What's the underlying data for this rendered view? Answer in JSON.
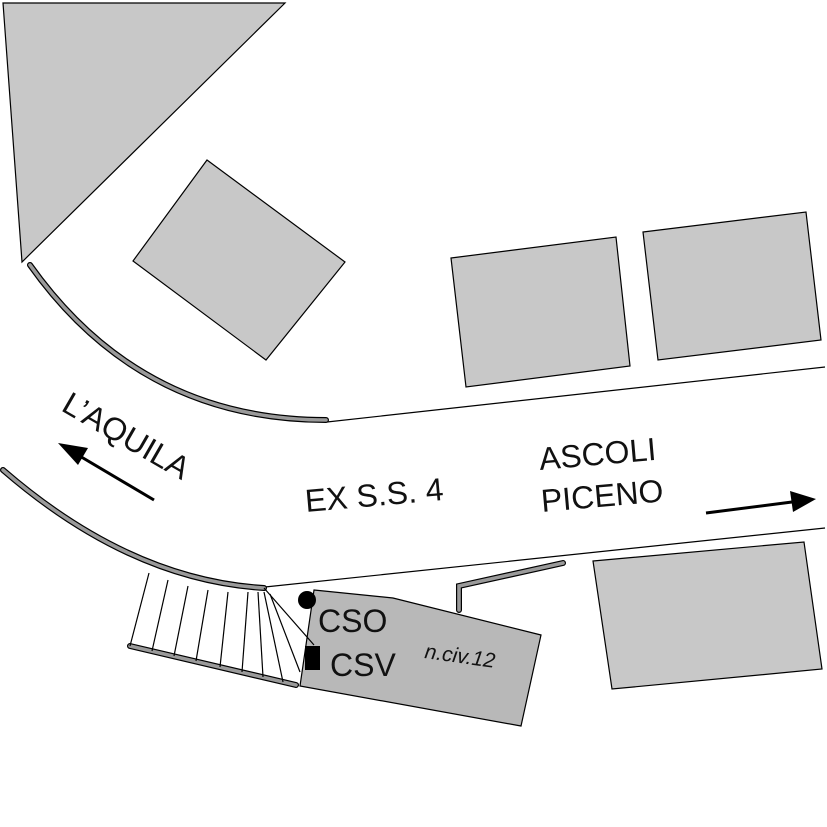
{
  "map": {
    "labels": {
      "west_destination": "L’AQUILA",
      "road_name": "EX S.S. 4",
      "east_destination_line1": "ASCOLI",
      "east_destination_line2": "PICENO",
      "marker_circle": "CSO",
      "marker_square": "CSV",
      "house_number": "n.civ.12"
    },
    "icons": {
      "west_arrow": "arrow-left-icon",
      "east_arrow": "arrow-right-icon",
      "circle_marker": "filled-circle-icon",
      "square_marker": "filled-square-icon"
    },
    "colors": {
      "background": "#ffffff",
      "building_fill": "#c8c8c8",
      "target_building_fill": "#b8b8b8",
      "kerb_fill": "#9a9a9a",
      "ink": "#111111"
    }
  }
}
